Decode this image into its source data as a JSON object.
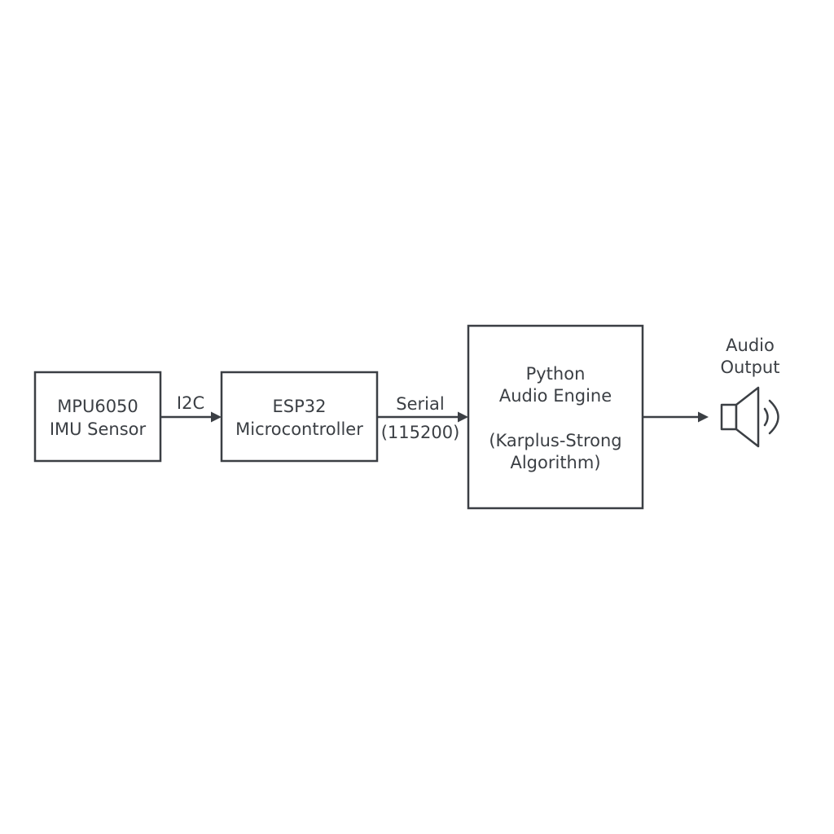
{
  "blocks": {
    "imu": {
      "line1": "MPU6050",
      "line2": "IMU Sensor"
    },
    "mcu": {
      "line1": "ESP32",
      "line2": "Microcontroller"
    },
    "engine": {
      "line1": "Python",
      "line2": "Audio Engine",
      "line3": "(Karplus-Strong",
      "line4": "Algorithm)"
    },
    "output": {
      "line1": "Audio",
      "line2": "Output",
      "icon": "speaker-icon"
    }
  },
  "links": {
    "imu_to_mcu": {
      "label": "I2C"
    },
    "mcu_to_engine": {
      "line1": "Serial",
      "line2": "(115200)"
    }
  },
  "colors": {
    "stroke": "#3b3f44",
    "text": "#3b3f44",
    "background": "#ffffff"
  }
}
